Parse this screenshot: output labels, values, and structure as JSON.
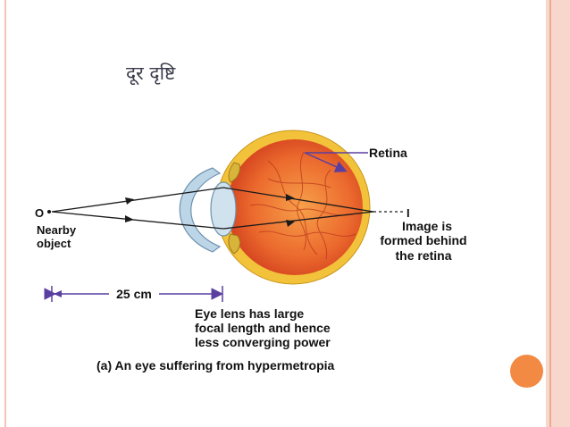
{
  "slide": {
    "title": "दूर दृष्टि",
    "colors": {
      "accent": "#f28a44",
      "band": "#f7d7cc",
      "sclera": "#f2c23a",
      "eyeball": "#e85a2a",
      "cornea": "#bcd6e8",
      "label_arrow": "#5a3fa0"
    }
  },
  "diagram": {
    "object_marker": "O",
    "object_label_line1": "Nearby",
    "object_label_line2": "object",
    "distance_label": "25 cm",
    "image_marker": "I",
    "retina_label": "Retina",
    "image_note_line1": "Image is",
    "image_note_line2": "formed behind",
    "image_note_line3": "the retina",
    "lens_note_line1": "Eye lens has large",
    "lens_note_line2": "focal length and hence",
    "lens_note_line3": "less converging power",
    "caption": "(a) An eye suffering from hypermetropia"
  }
}
